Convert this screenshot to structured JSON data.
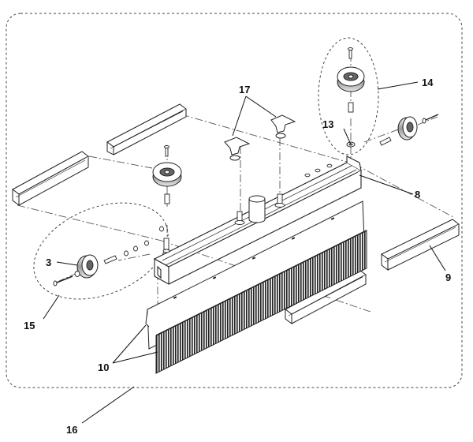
{
  "diagram": {
    "type": "exploded-parts-view",
    "callouts": [
      {
        "id": "c3",
        "label": "3"
      },
      {
        "id": "c8",
        "label": "8"
      },
      {
        "id": "c9",
        "label": "9"
      },
      {
        "id": "c10",
        "label": "10"
      },
      {
        "id": "c13",
        "label": "13"
      },
      {
        "id": "c14",
        "label": "14"
      },
      {
        "id": "c15",
        "label": "15"
      },
      {
        "id": "c16",
        "label": "16"
      },
      {
        "id": "c17",
        "label": "17"
      }
    ]
  },
  "colors": {
    "line": "#222222",
    "fill": "#ffffff",
    "bristle": "#333333",
    "dashed": "#555555"
  }
}
